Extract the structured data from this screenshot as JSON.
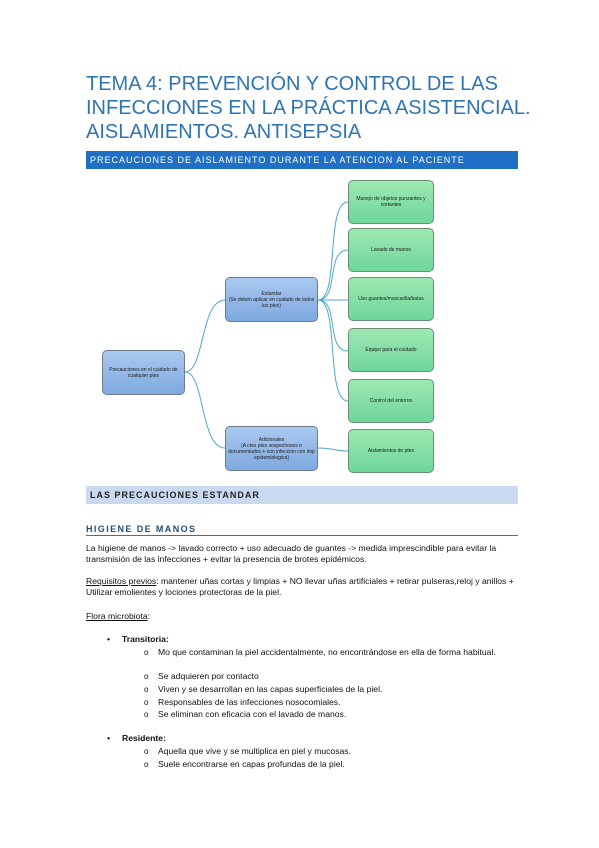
{
  "title": {
    "line1": "TEMA 4: PREVENCIÓN Y CONTROL DE LAS",
    "line2": "INFECCIONES EN LA PRÁCTICA ASISTENCIAL.",
    "line3": "AISLAMIENTOS. ANTISEPSIA"
  },
  "section1": "PRECAUCIONES DE AISLAMIENTO DURANTE LA ATENCION AL PACIENTE",
  "diagram": {
    "root": "Precauciones en el cuidado de cualquier ptes",
    "standard": "Estandar\n(Se deben aplicar en cuidado de todos los ptes)",
    "additional": "Adicionales\n(A ctes ptes sospechosos o documentados + con infeccion con imp epidemiologica)",
    "standard_items": [
      "Manejo de objetos punzantes y cortantes",
      "Lavado de manos",
      "Uso guantes/mascarilla/batas",
      "Equipo para el cuidado",
      "Control del entorno"
    ],
    "additional_items": [
      "Aislamientos de ptes"
    ]
  },
  "section2": "LAS PRECAUCIONES ESTANDAR",
  "subsection": "HIGIENE DE MANOS",
  "para1": "La higiene de manos -> lavado correcto + uso adecuado de guantes -> medida imprescindible para evitar la transmisión de las infecciones + evitar la presencia de brotes epidémicos.",
  "req_label": "Requisitos previos",
  "req_text": ": mantener uñas cortas y limpias + NO llevar uñas artificiales + retirar pulseras,reloj y anillos + Utilizar emolientes y lociones protectoras de la piel.",
  "flora_label": "Flora microbiota",
  "flora_colon": ":",
  "transitoria": {
    "label": "Transitoria:",
    "items": [
      "Mo que contaminan la piel accidentalmente, no encontrándose en ella de forma habitual.",
      "Se adquieren por contacto",
      "Viven y se desarrollan en las capas superficiales de la piel.",
      "Responsables de las infecciones nosocomiales.",
      "Se eliminan con eficacia con el lavado de manos."
    ]
  },
  "residente": {
    "label": "Residente:",
    "items": [
      "Aquella que vive y se multiplica en piel y mucosas.",
      "Suele encontrarse en capas profundas de la piel."
    ]
  }
}
